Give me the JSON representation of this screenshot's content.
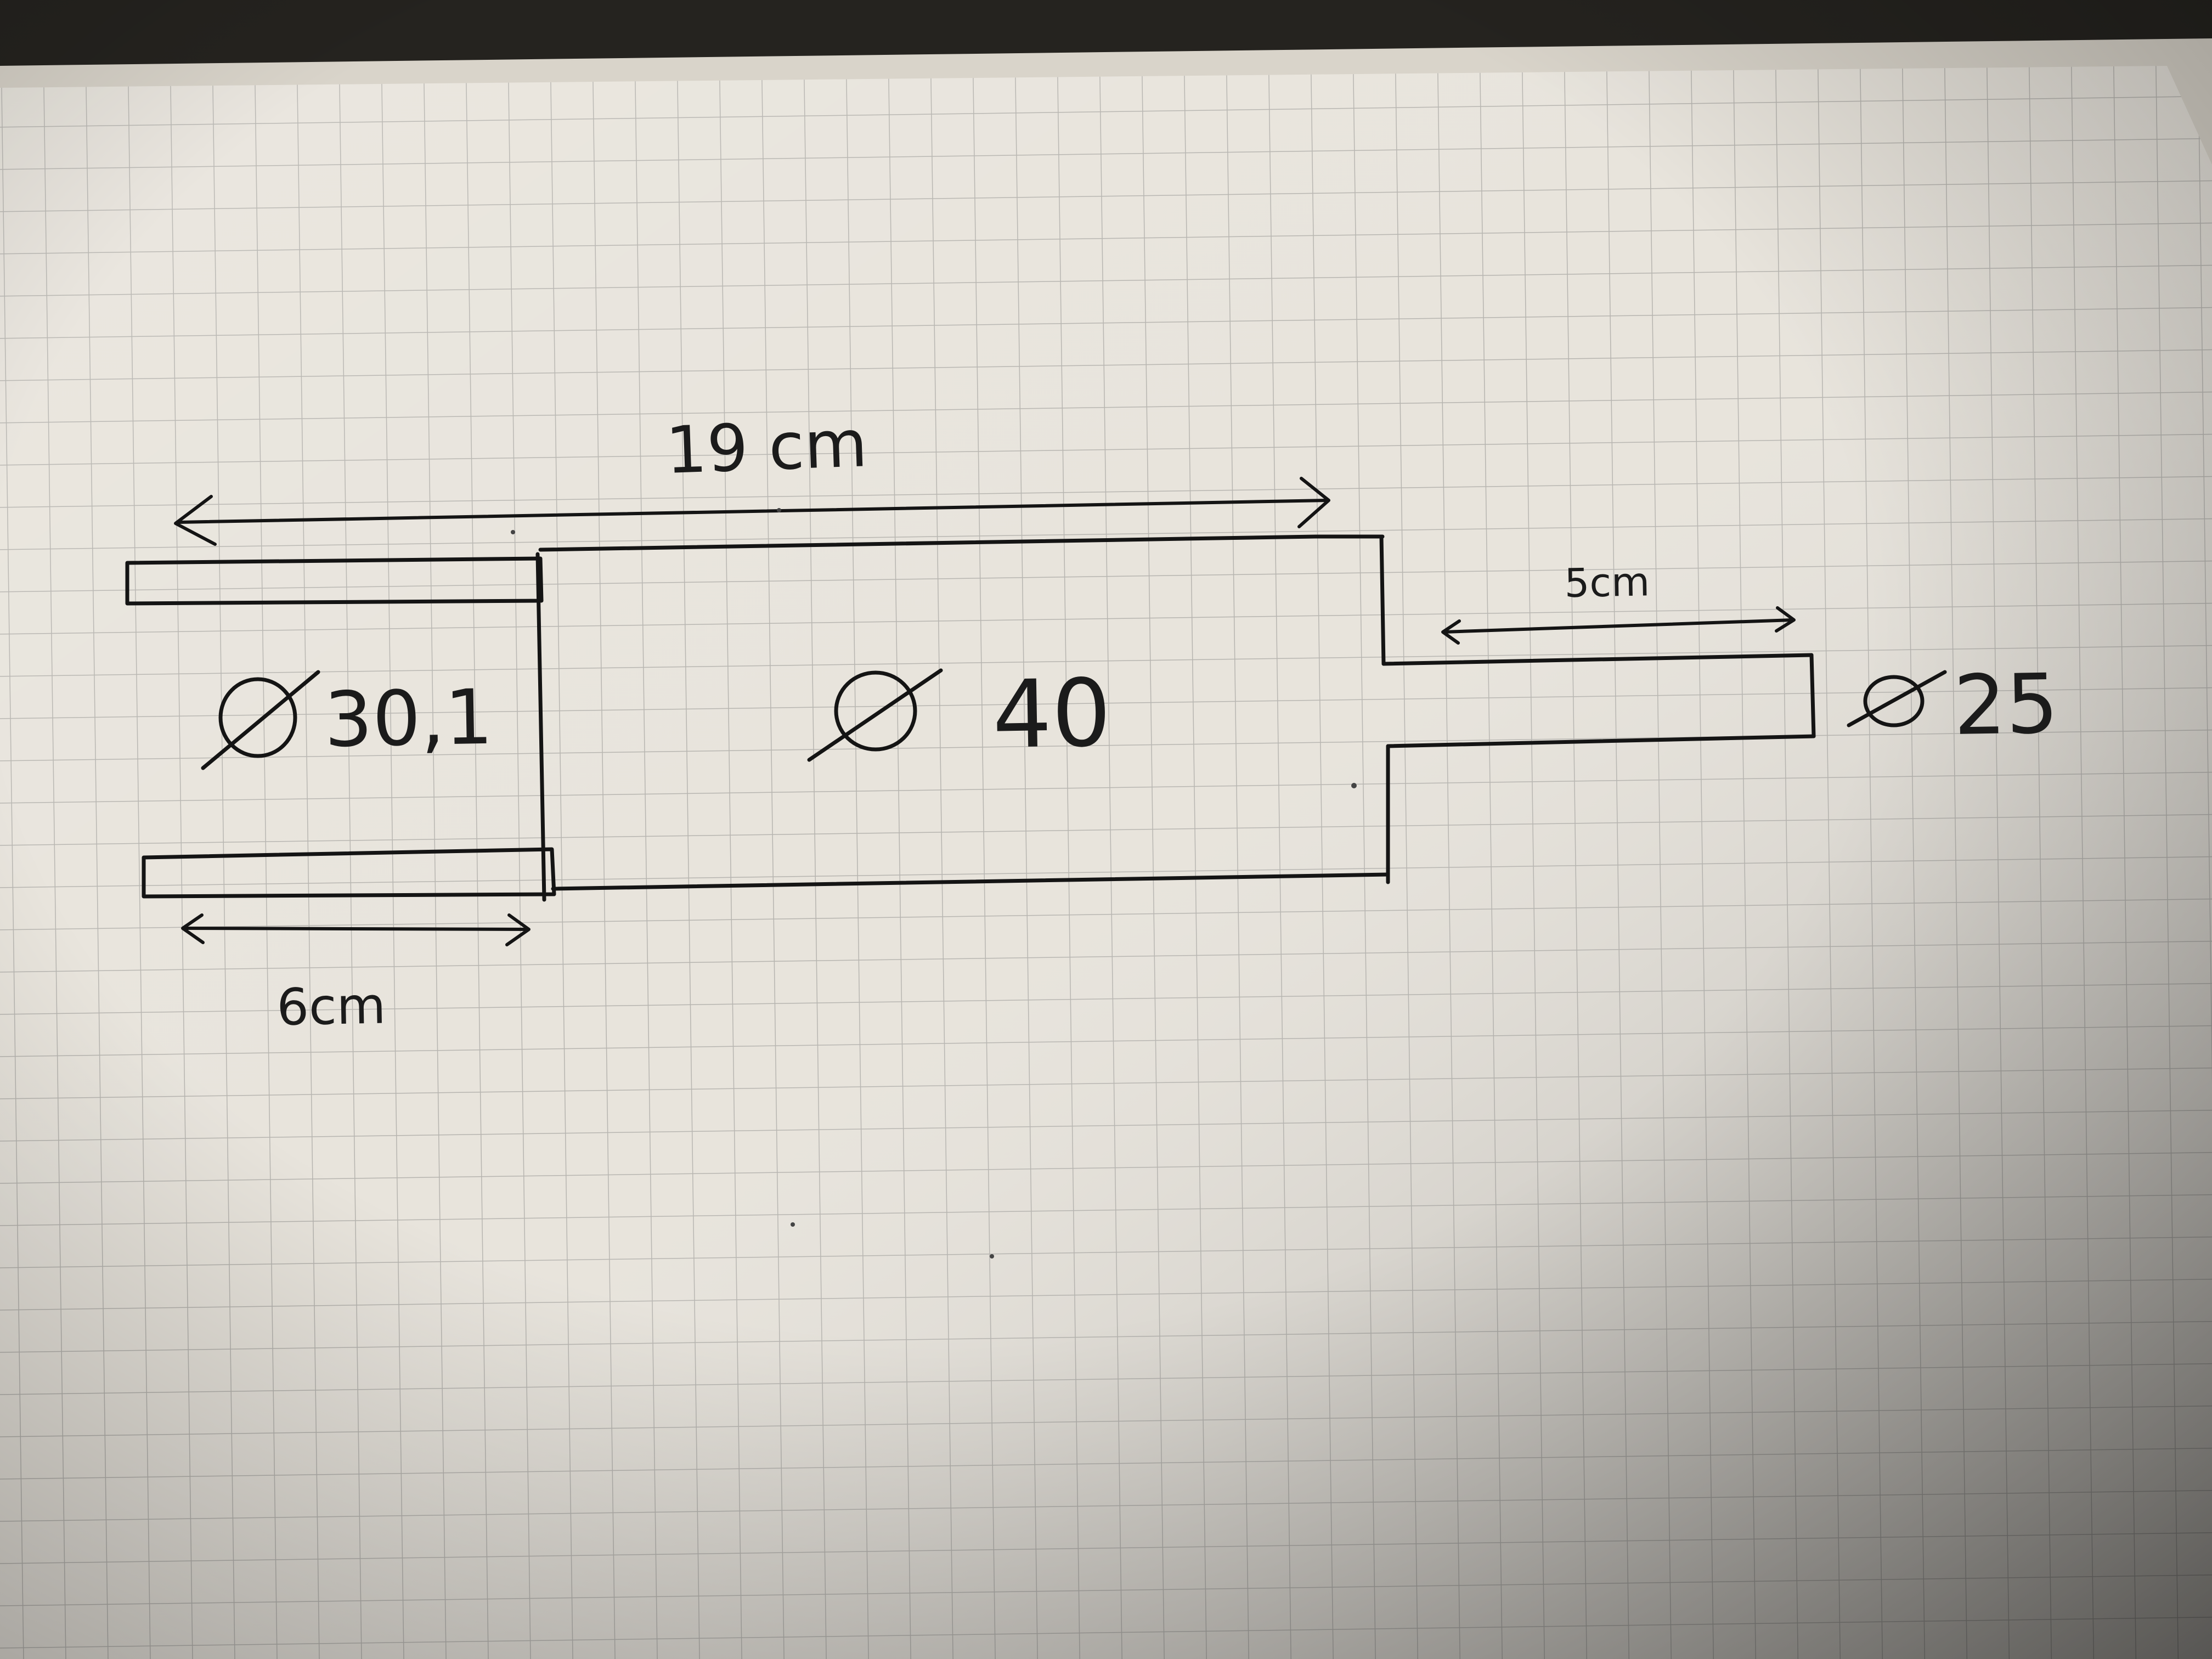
{
  "diagram": {
    "dimensions": {
      "overall_length": "19 cm",
      "left_section_length": "6cm",
      "right_section_length": "5cm"
    },
    "diameters": {
      "left_bore": "30,1",
      "middle_body": "40",
      "right_shaft": "25"
    }
  },
  "colors": {
    "ink": "#141414",
    "paper_light": "#ebe7df",
    "paper_dark": "#8d887f",
    "grid_line": "#b9b7b2"
  }
}
